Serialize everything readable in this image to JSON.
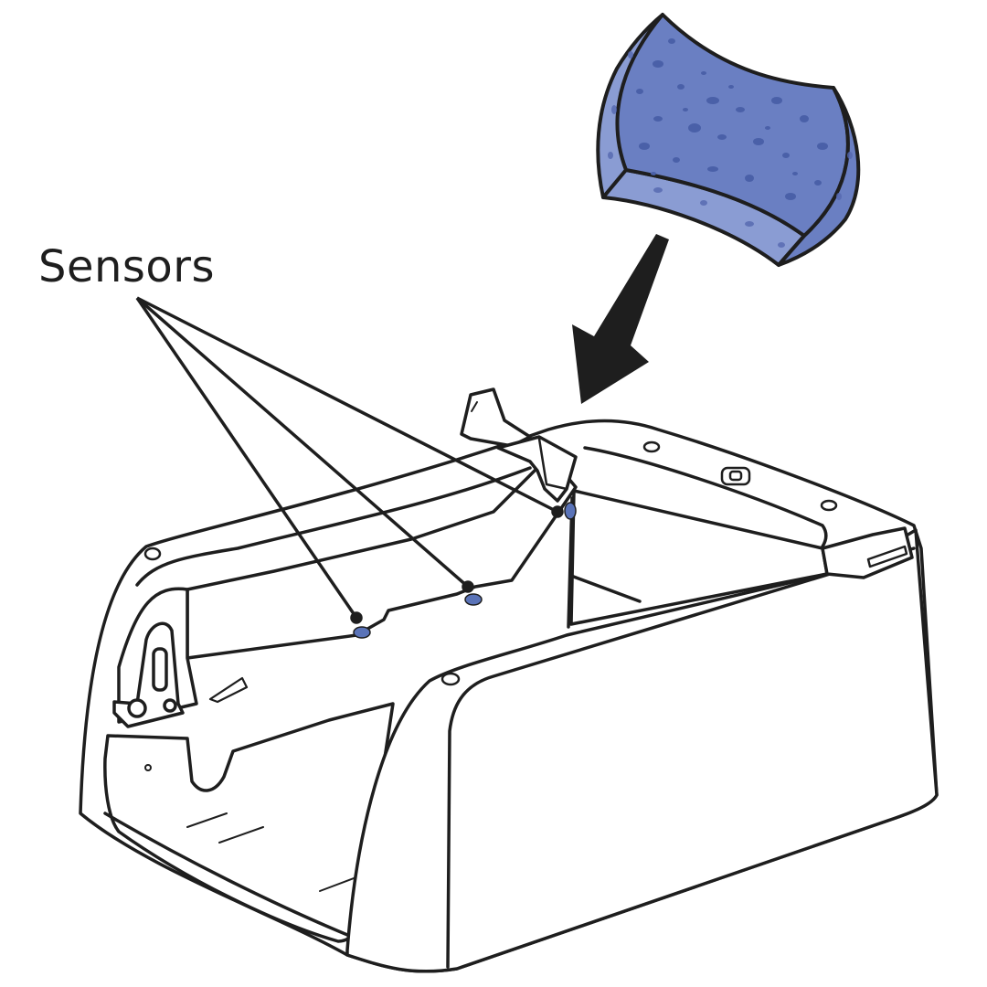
{
  "label": {
    "sensors": "Sensors"
  },
  "colors": {
    "line": "#1e1e1e",
    "fill": "#ffffff",
    "sensor": "#5a73b8",
    "sponge_top": "#6a7fc2",
    "sponge_side": "#8a9cd3",
    "sponge_spots": "#4a60a8",
    "arrow": "#1e1e1e"
  },
  "icons": {
    "sponge": "sponge-illustration",
    "arrow": "insert-arrow",
    "device": "device-base-illustration"
  },
  "sensor_count": 3
}
